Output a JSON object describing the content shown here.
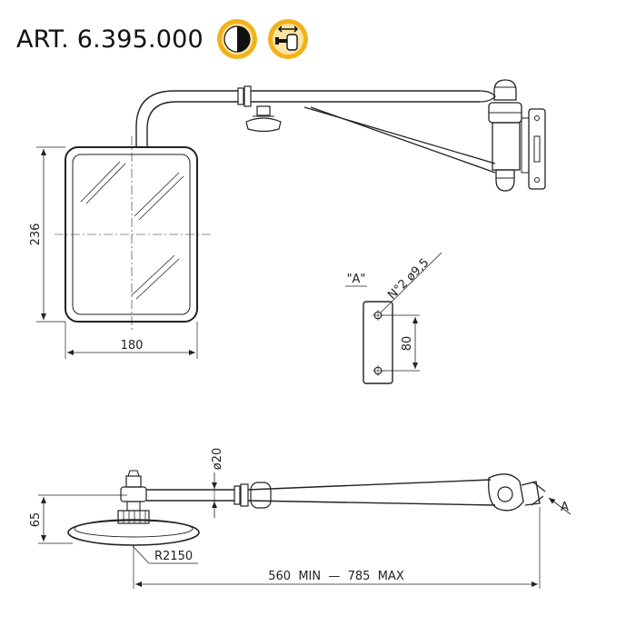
{
  "title": "ART. 6.395.000",
  "icons": {
    "badge_1": "half-circle-icon",
    "badge_2": "adjustable-mirror-icon",
    "badge_color": "#f2b21b"
  },
  "dimensions": {
    "mirror_height": "236",
    "mirror_width": "180",
    "view_label": "\"A\"",
    "holes": "N°2 ø9,5",
    "hole_spacing": "80",
    "tube_diameter": "ø20",
    "profile_height": "65",
    "radius": "R2150",
    "arm_length": "560  MIN  —  785  MAX",
    "arrow_label": "A"
  }
}
